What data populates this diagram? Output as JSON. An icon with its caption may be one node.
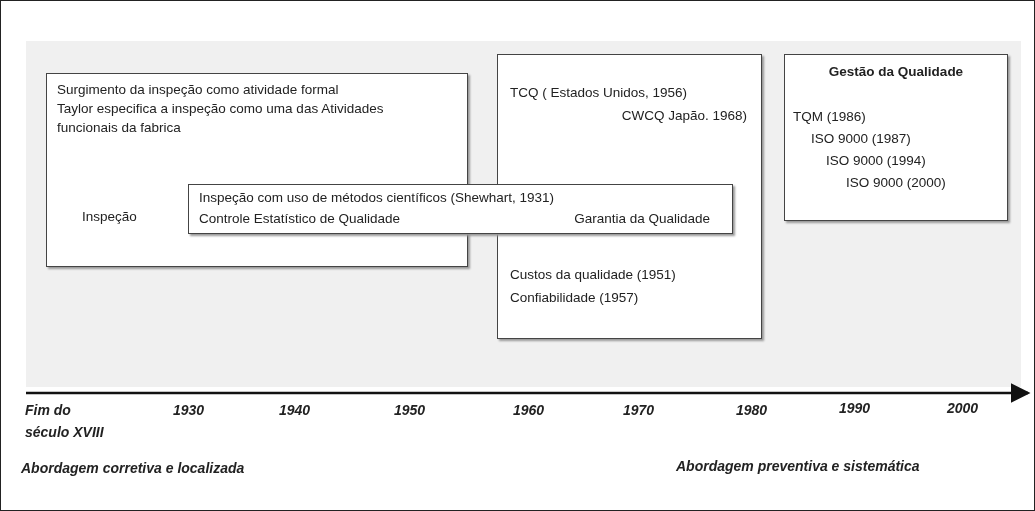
{
  "diagram": {
    "nodes": [
      {
        "text": [
          "Surgimento da inspeção como atividade formal",
          "Taylor especifica a inspeção como uma das Atividades funcionais da fabrica",
          "Inspeção"
        ]
      },
      {
        "text": [
          "Inspeção com uso de métodos científicos (Shewhart, 1931)",
          "Controle Estatístico de Qualidade",
          "Garantia da Qualidade"
        ]
      },
      {
        "text": [
          "TCQ ( Estados Unidos, 1956)",
          "CWCQ Japão. 1968)",
          "Custos da qualidade (1951)",
          "Confiabilidade (1957)"
        ]
      },
      {
        "text": [
          "Gestão da Qualidade",
          "TQM (1986)",
          "ISO 9000 (1987)",
          "ISO 9000 (1994)",
          "ISO 9000 (2000)"
        ]
      }
    ],
    "labels": [
      "Fim do século XVIII",
      "1930",
      "1940",
      "1950",
      "1960",
      "1970",
      "1980",
      "1990",
      "2000",
      "Abordagem corretiva e localizada",
      "Abordagem preventiva e sistemática"
    ]
  }
}
